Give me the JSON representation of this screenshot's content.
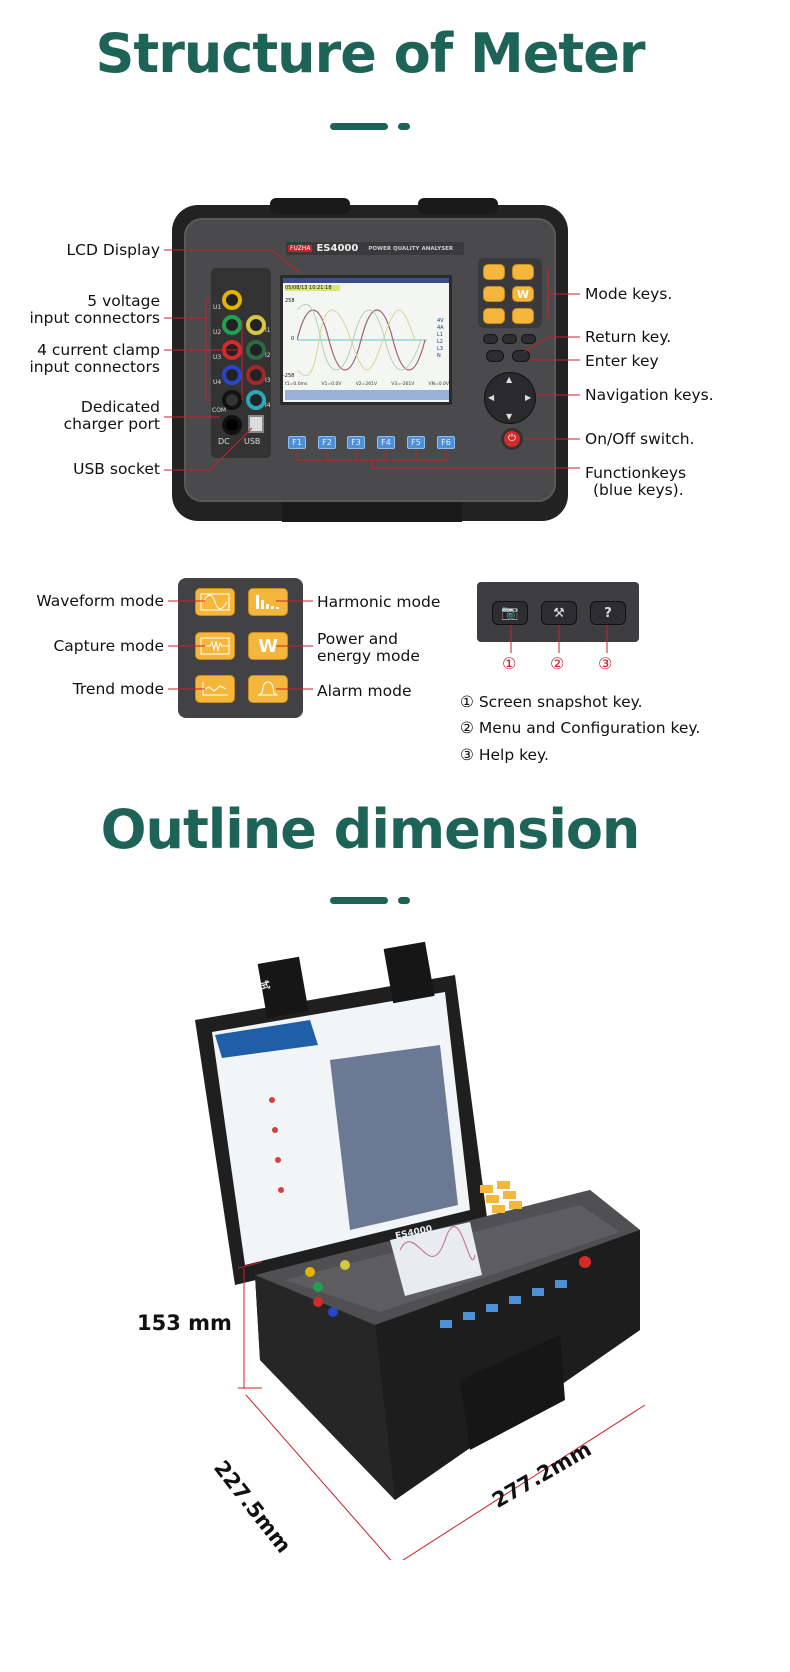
{
  "section1": {
    "title": "Structure of Meter",
    "meter": {
      "brand": "FUZHA",
      "model": "ES4000",
      "subtitle": "POWER QUALITY ANALYSER",
      "screen": {
        "datetime": "05/08/13 10:21:18",
        "y_top": "258",
        "y_mid": "0",
        "y_bot": "-258",
        "readouts": [
          "t1=0.0ms",
          "V1=0.0V",
          "V2=261V",
          "V3=-261V",
          "VN=0.0V"
        ],
        "channels": [
          "4V",
          "4A",
          "L1",
          "L2",
          "L3",
          "N"
        ]
      },
      "jack_labels": [
        "U1",
        "U2",
        "U3",
        "U4",
        "COM",
        "I1",
        "I2",
        "I3",
        "I4"
      ],
      "dc_label": "DC",
      "usb_label": "USB",
      "function_keys": [
        "F1",
        "F2",
        "F3",
        "F4",
        "F5",
        "F6"
      ],
      "w_key": "W"
    },
    "left_labels": {
      "lcd": "LCD Display",
      "voltage1": "5 voltage",
      "voltage2": "input connectors",
      "current1": "4 current clamp",
      "current2": "input connectors",
      "charger1": "Dedicated",
      "charger2": "charger port",
      "usb": "USB socket"
    },
    "right_labels": {
      "mode": "Mode keys.",
      "return": "Return key.",
      "enter": "Enter key",
      "nav": "Navigation keys.",
      "onoff": "On/Off switch.",
      "fn1": "Functionkeys",
      "fn2": "(blue keys)."
    }
  },
  "modes": {
    "waveform": "Waveform mode",
    "harmonic": "Harmonic mode",
    "capture": "Capture mode",
    "power1": "Power and",
    "power2": "energy mode",
    "trend": "Trend mode",
    "alarm": "Alarm mode"
  },
  "keys": {
    "markers": [
      "①",
      "②",
      "③"
    ],
    "items": [
      "① Screen snapshot key.",
      "② Menu and Configuration key.",
      "③ Help key."
    ]
  },
  "section2": {
    "title": "Outline dimension",
    "height": "153 mm",
    "depth": "227.5mm",
    "width": "277.2mm",
    "model": "ES4000",
    "lid_heading": "六种测试模式"
  },
  "colors": {
    "accent": "#1e6358",
    "leader": "#c8202a",
    "mode_key": "#f4b73c",
    "fn_key": "#4f8fd6"
  }
}
